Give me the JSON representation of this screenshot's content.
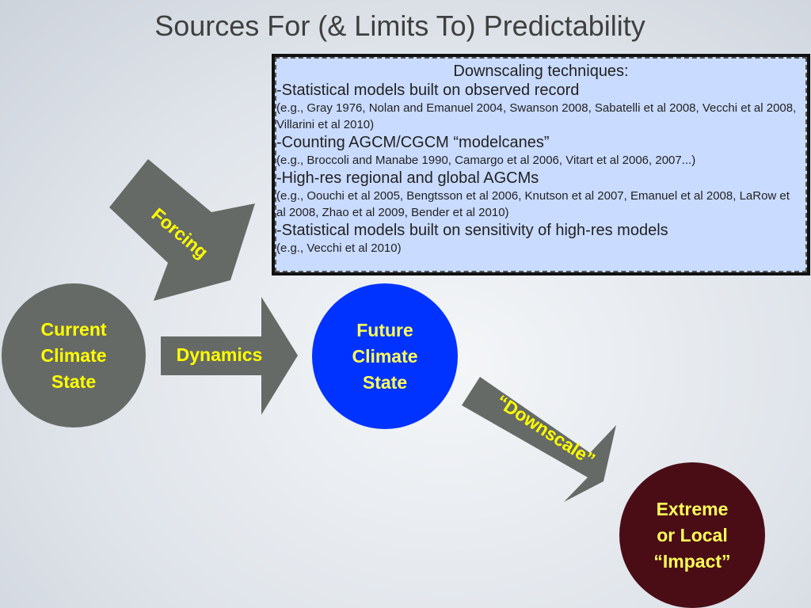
{
  "title": "Sources For (& Limits To) Predictability",
  "box": {
    "title": "Downscaling techniques:",
    "items": [
      {
        "label": "-Statistical models built on observed record",
        "refs": "(e.g., Gray 1976, Nolan and Emanuel 2004, Swanson 2008, Sabatelli et al 2008, Vecchi et al 2008, Villarini et al 2010)"
      },
      {
        "label": "-Counting AGCM/CGCM “modelcanes”",
        "refs": "(e.g., Broccoli and Manabe 1990, Camargo et al 2006, Vitart et al 2006, 2007...)"
      },
      {
        "label": "-High-res regional and global AGCMs",
        "refs": "(e.g., Oouchi et al 2005, Bengtsson et al 2006, Knutson et al 2007, Emanuel et al 2008, LaRow et al 2008, Zhao et al 2009, Bender et al 2010)"
      },
      {
        "label": "-Statistical models built on sensitivity of high-res models",
        "refs": "(e.g., Vecchi et al 2010)"
      }
    ]
  },
  "nodes": {
    "current": "Current\nClimate\nState",
    "future": "Future\nClimate\nState",
    "impact": "Extreme\nor Local\n“Impact”"
  },
  "arrows": {
    "forcing": "Forcing",
    "dynamics": "Dynamics",
    "downscale": "“Downscale”"
  },
  "colors": {
    "arrow": "#666a66",
    "arrow_text": "#ffff00",
    "current_fill": "#666a66",
    "future_fill": "#0033ff",
    "impact_fill": "#4a0d16",
    "box_fill": "#c9dbff"
  }
}
